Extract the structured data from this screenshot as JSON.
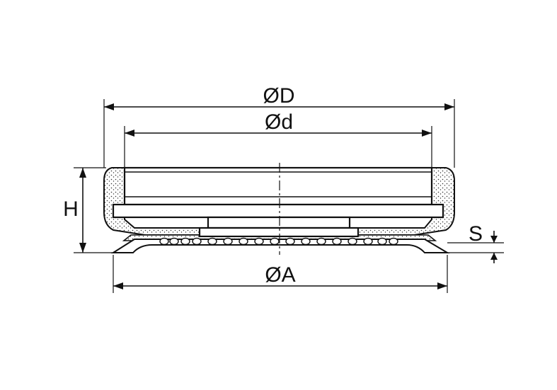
{
  "labels": {
    "outer_diameter": "ØD",
    "inner_diameter": "Ød",
    "height": "H",
    "thickness": "S",
    "bottom_diameter": "ØA"
  },
  "colors": {
    "line": "#111111",
    "background": "#ffffff"
  }
}
